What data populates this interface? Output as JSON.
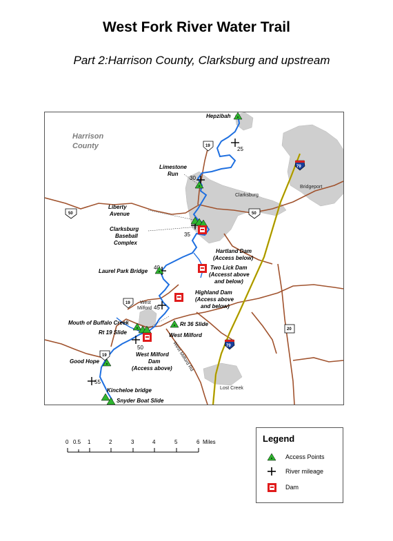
{
  "title": "West Fork River Water Trail",
  "subtitle": "Part 2:Harrison County, Clarksburg and upstream",
  "map": {
    "county_label_line1": "Harrison",
    "county_label_line2": "County",
    "towns": {
      "clarksburg": "Clarksburg",
      "bridgeport": "Bridgeport",
      "west_milford_line1": "West",
      "west_milford_line2": "Milford",
      "lost_creek": "Lost Creek"
    },
    "road_labels": {
      "us19_north": "19",
      "us50_west": "50",
      "us50_east": "50",
      "us19_mid": "19",
      "us19_south": "19",
      "i79_north": "79",
      "i79_south": "79",
      "rt20": "20",
      "west_milford_rd": "West Milford Rd"
    },
    "river_miles": [
      "25",
      "30",
      "35",
      "40",
      "45",
      "50",
      "55"
    ],
    "access_points": {
      "hepzibah": "Hepzibah",
      "limestone_line1": "Limestone",
      "limestone_line2": "Run",
      "liberty_line1": "Liberty",
      "liberty_line2": "Avenue",
      "baseball_line1": "Clarksburg",
      "baseball_line2": "Baseball",
      "baseball_line3": "Complex",
      "laurel_park": "Laurel Park Bridge",
      "rt36": "Rt 36 Slide",
      "buffalo_creek": "Mouth of Buffalo Creek",
      "rt19_slide": "Rt 19 Slide",
      "west_milford": "West Milford",
      "good_hope": "Good Hope",
      "kincheloe": "Kincheloe bridge",
      "snyder": "Snyder Boat Slide"
    },
    "dams": {
      "hartland_line1": "Hartland Dam",
      "hartland_line2": "(Access below)",
      "two_lick_line1": "Two Lick Dam",
      "two_lick_line2": "(Accesst above",
      "two_lick_line3": "and below)",
      "highland_line1": "Highland Dam",
      "highland_line2": "(Access above",
      "highland_line3": "and below)",
      "wm_dam_line1": "West Milford",
      "wm_dam_line2": "Dam",
      "wm_dam_line3": "(Access above)"
    }
  },
  "scale": {
    "ticks": [
      "0",
      "0.5",
      "1",
      "2",
      "3",
      "4",
      "5",
      "6"
    ],
    "unit": "Miles"
  },
  "legend": {
    "title": "Legend",
    "items": [
      {
        "label": "Access Points",
        "icon": "green-triangle-icon"
      },
      {
        "label": "River mileage",
        "icon": "cross-icon"
      },
      {
        "label": "Dam",
        "icon": "dam-icon"
      }
    ]
  },
  "colors": {
    "river": "#1e6fe0",
    "road": "#a0522d",
    "urban": "#cfcfcf",
    "access": "#2fb52f",
    "dam": "#e01b1b",
    "interstate": "#1a3f9c"
  }
}
